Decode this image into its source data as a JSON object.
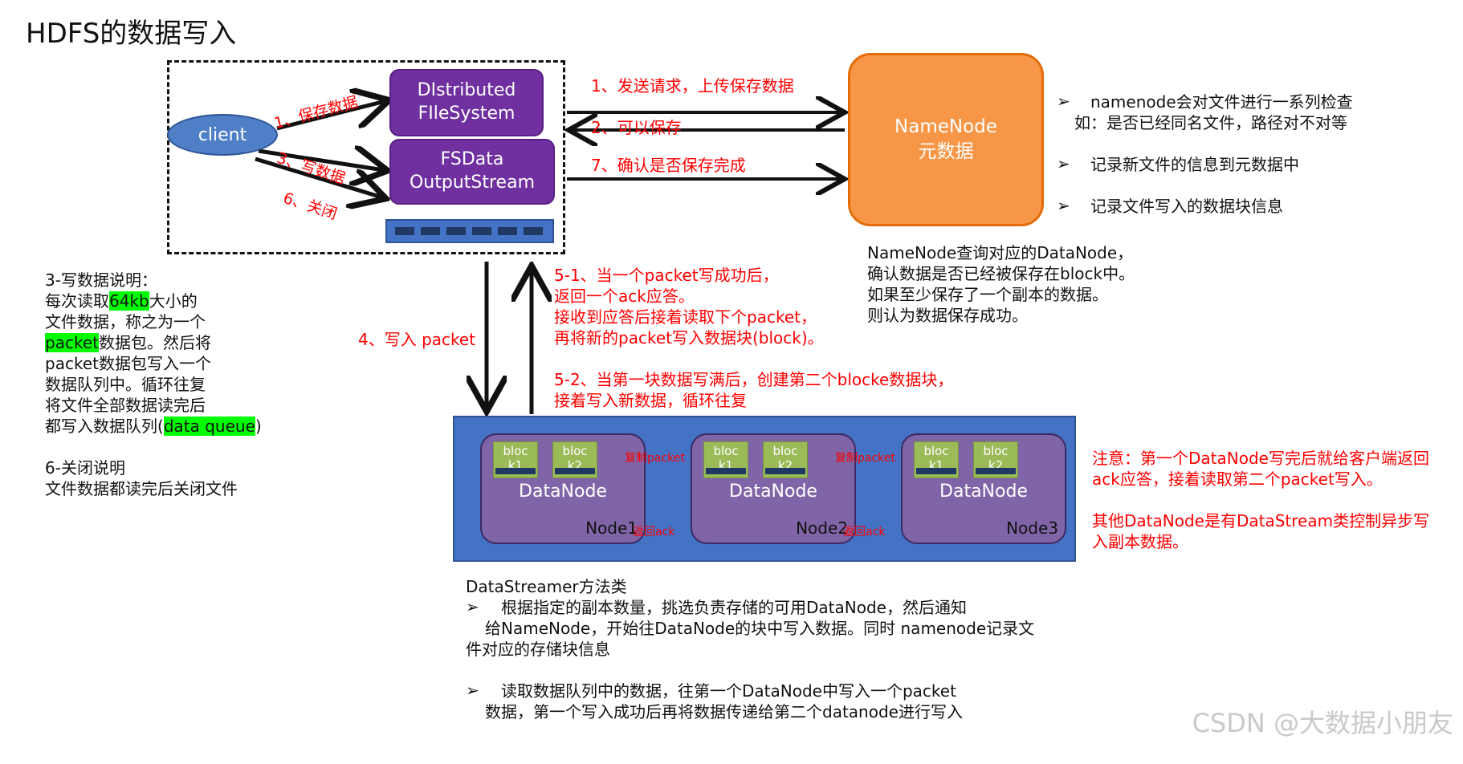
{
  "title": "HDFS的数据写入",
  "client": {
    "label": "client"
  },
  "distributed_fs": {
    "line1": "DIstributed",
    "line2": "FIleSystem"
  },
  "fsdata_output": {
    "line1": "FSData",
    "line2": "OutputStream"
  },
  "client_steps": {
    "save": "1、保存数据",
    "write": "3、写数据",
    "close": "6、关闭"
  },
  "namenode": {
    "line1": "NameNode",
    "line2": "元数据"
  },
  "requests": {
    "send": "1、发送请求，上传保存数据",
    "ok": "2、可以保存",
    "confirm": "7、确认是否保存完成"
  },
  "namenode_notes": {
    "note1_line1": "namenode会对文件进行一系列检查",
    "note1_line2": "如：是否已经同名文件，路径对不对等",
    "note2": "记录新文件的信息到元数据中",
    "note3": "记录文件写入的数据块信息"
  },
  "namenode_query": [
    "NameNode查询对应的DataNode，",
    "确认数据是否已经被保存在block中。",
    "如果至少保存了一个副本的数据。",
    "则认为数据保存成功。"
  ],
  "write_packet": "4、写入 packet",
  "step51": [
    "5-1、当一个packet写成功后，",
    "返回一个ack应答。",
    "接收到应答后接着读取下个packet，",
    "再将新的packet写入数据块(block)。"
  ],
  "step52": [
    "5-2、当第一块数据写满后，创建第二个blocke数据块，",
    "接着写入新数据，循环往复"
  ],
  "write_note": {
    "title": "3-写数据说明：",
    "l2a": "每次读取",
    "l2hl": "64kb",
    "l2b": "大小的",
    "l3": "文件数据，称之为一个",
    "l4hl": "packet",
    "l4b": "数据包。然后将",
    "l5": "packet数据包写入一个",
    "l6": "数据队列中。循环往复",
    "l7": "将文件全部数据读完后",
    "l8a": "都写入数据队列(",
    "l8hl": "data queue",
    "l8b": ")"
  },
  "close_note": {
    "title": "6-关闭说明",
    "text": "文件数据都读完后关闭文件"
  },
  "datanodes": [
    {
      "label": "DataNode",
      "node": "Node1",
      "b1a": "bloc",
      "b1b": "k1",
      "b2a": "bloc",
      "b2b": "k2"
    },
    {
      "label": "DataNode",
      "node": "Node2",
      "b1a": "bloc",
      "b1b": "k1",
      "b2a": "bloc",
      "b2b": "k2"
    },
    {
      "label": "DataNode",
      "node": "Node3",
      "b1a": "bloc",
      "b1b": "k1",
      "b2a": "bloc",
      "b2b": "k2"
    }
  ],
  "replicate_label": "复制packet",
  "ack_label": "返回ack",
  "attention": [
    "注意：第一个DataNode写完后就给客户端返回",
    "ack应答，接着读取第二个packet写入。",
    "",
    "其他DataNode是有DataStream类控制异步写",
    "入副本数据。"
  ],
  "datastreamer": {
    "title": "DataStreamer方法类",
    "p1_l1": "根据指定的副本数量，挑选负责存储的可用DataNode，然后通知",
    "p1_l2": "给NameNode，开始往DataNode的块中写入数据。同时 namenode记录文",
    "p1_l3": "件对应的存储块信息",
    "p2_l1": "读取数据队列中的数据，往第一个DataNode中写入一个packet",
    "p2_l2": "数据，第一个写入成功后再将数据传递给第二个datanode进行写入"
  },
  "bullet_symbol": "➢",
  "watermark": "CSDN @大数据小朋友",
  "colors": {
    "red": "#ff0000",
    "purple": "#7030a0",
    "orange": "#f79646",
    "blue": "#4472c4",
    "highlight": "#00ff00"
  }
}
